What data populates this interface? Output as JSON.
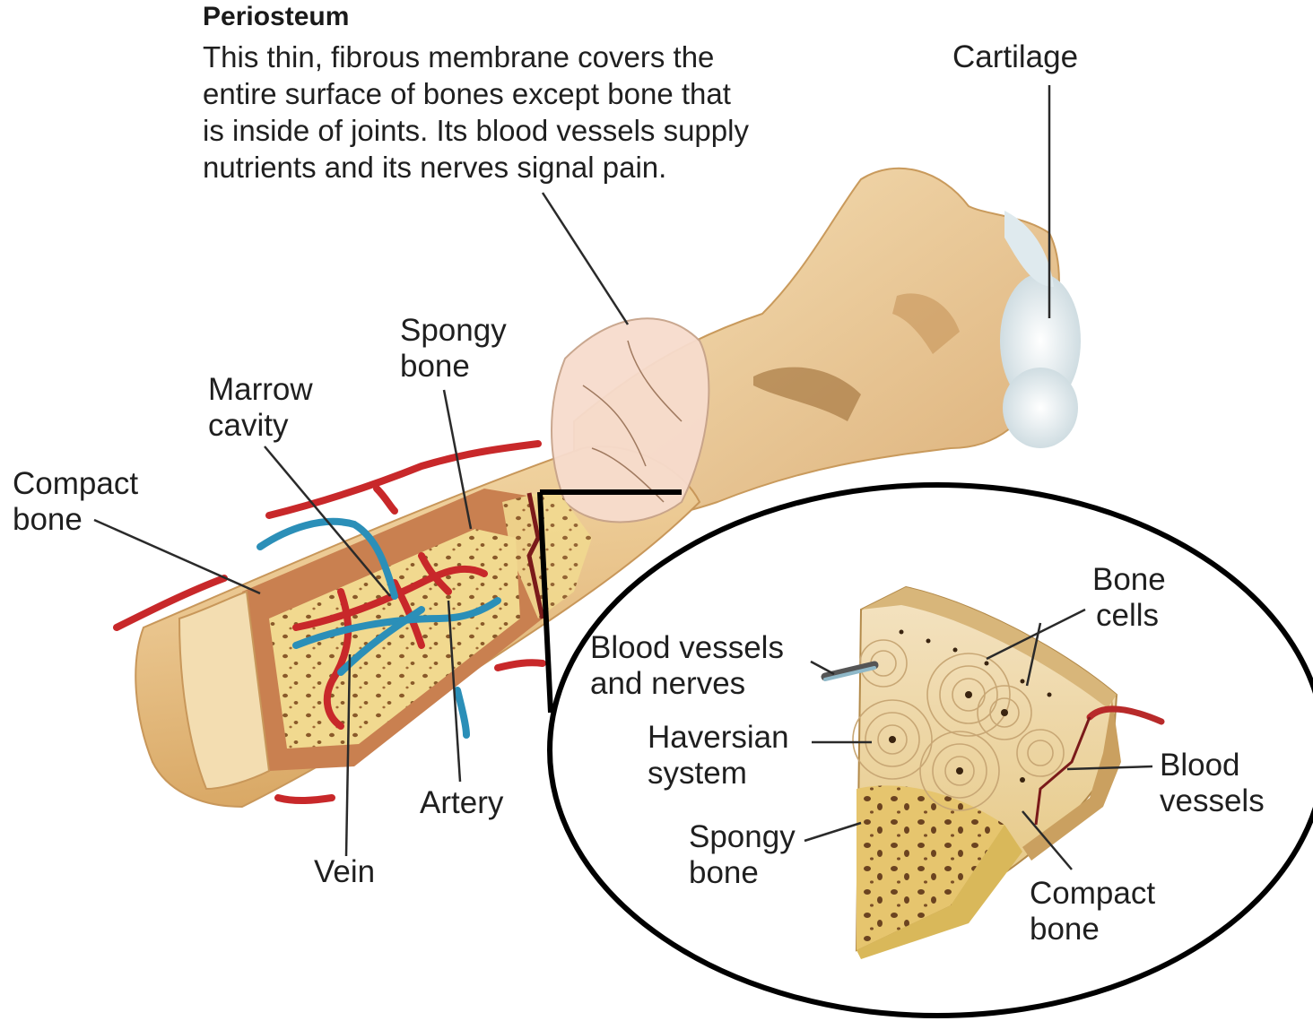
{
  "periosteum": {
    "title": "Periosteum",
    "description_lines": [
      "This thin, fibrous membrane covers the",
      "entire surface of bones except bone that",
      "is inside of joints. Its blood vessels supply",
      "nutrients and its nerves signal pain."
    ]
  },
  "labels": {
    "cartilage": [
      "Cartilage"
    ],
    "spongy_bone": [
      "Spongy",
      "bone"
    ],
    "marrow_cavity": [
      "Marrow",
      "cavity"
    ],
    "compact_bone": [
      "Compact",
      "bone"
    ],
    "artery": [
      "Artery"
    ],
    "vein": [
      "Vein"
    ]
  },
  "inset": {
    "bone_cells": [
      "Bone",
      "cells"
    ],
    "blood_vessels_nerves": [
      "Blood vessels",
      "and nerves"
    ],
    "haversian_system": [
      "Haversian",
      "system"
    ],
    "spongy_bone": [
      "Spongy",
      "bone"
    ],
    "blood_vessels": [
      "Blood",
      "vessels"
    ],
    "compact_bone": [
      "Compact",
      "bone"
    ]
  },
  "colors": {
    "bone": "#eac58e",
    "bone_light": "#f6e2bc",
    "marrow": "#f0d07a",
    "artery": "#c8282a",
    "vein": "#2b8fb8",
    "cartilage": "#e4eef2",
    "leader": "#2a2a2a",
    "inset_border": "#000000"
  }
}
